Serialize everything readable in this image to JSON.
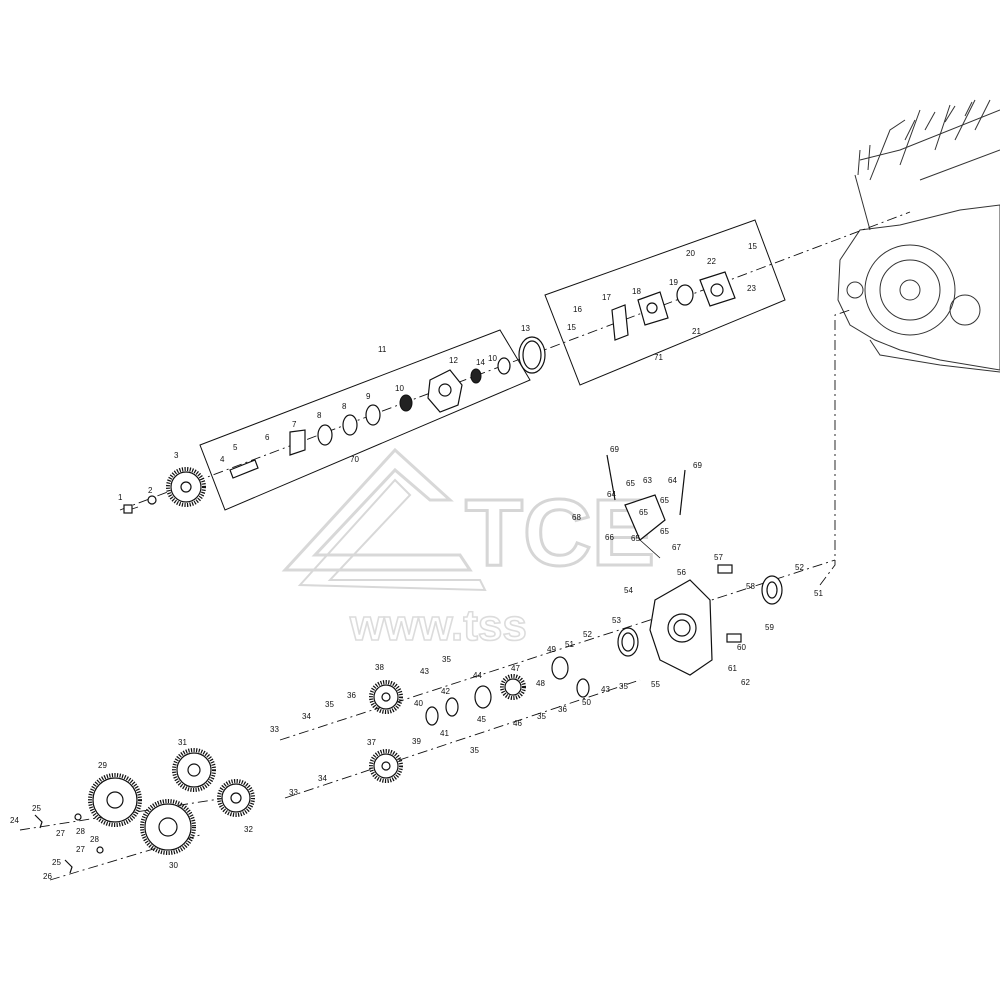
{
  "watermark": {
    "logo_text": "TCE",
    "url_text": "www.tss"
  },
  "callouts": [
    {
      "id": "c1",
      "text": "1"
    },
    {
      "id": "c2",
      "text": "2"
    },
    {
      "id": "c3",
      "text": "3"
    },
    {
      "id": "c4",
      "text": "4"
    },
    {
      "id": "c5",
      "text": "5"
    },
    {
      "id": "c6",
      "text": "6"
    },
    {
      "id": "c7",
      "text": "7"
    },
    {
      "id": "c8a",
      "text": "8"
    },
    {
      "id": "c8b",
      "text": "8"
    },
    {
      "id": "c9",
      "text": "9"
    },
    {
      "id": "c10a",
      "text": "10"
    },
    {
      "id": "c10b",
      "text": "10"
    },
    {
      "id": "c11",
      "text": "11"
    },
    {
      "id": "c12",
      "text": "12"
    },
    {
      "id": "c13",
      "text": "13"
    },
    {
      "id": "c14",
      "text": "14"
    },
    {
      "id": "c15a",
      "text": "15"
    },
    {
      "id": "c15b",
      "text": "15"
    },
    {
      "id": "c16",
      "text": "16"
    },
    {
      "id": "c17",
      "text": "17"
    },
    {
      "id": "c18",
      "text": "18"
    },
    {
      "id": "c19",
      "text": "19"
    },
    {
      "id": "c20",
      "text": "20"
    },
    {
      "id": "c21",
      "text": "21"
    },
    {
      "id": "c22",
      "text": "22"
    },
    {
      "id": "c23",
      "text": "23"
    },
    {
      "id": "c70",
      "text": "70"
    },
    {
      "id": "c71",
      "text": "71"
    },
    {
      "id": "c69a",
      "text": "69"
    },
    {
      "id": "c69b",
      "text": "69"
    },
    {
      "id": "c63",
      "text": "63"
    },
    {
      "id": "c64a",
      "text": "64"
    },
    {
      "id": "c64b",
      "text": "64"
    },
    {
      "id": "c65a",
      "text": "65"
    },
    {
      "id": "c65b",
      "text": "65"
    },
    {
      "id": "c65c",
      "text": "65"
    },
    {
      "id": "c65d",
      "text": "65"
    },
    {
      "id": "c65e",
      "text": "65"
    },
    {
      "id": "c66",
      "text": "66"
    },
    {
      "id": "c67",
      "text": "67"
    },
    {
      "id": "c68",
      "text": "68"
    },
    {
      "id": "c57",
      "text": "57"
    },
    {
      "id": "c56",
      "text": "56"
    },
    {
      "id": "c58",
      "text": "58"
    },
    {
      "id": "c52a",
      "text": "52"
    },
    {
      "id": "c51a",
      "text": "51"
    },
    {
      "id": "c54",
      "text": "54"
    },
    {
      "id": "c59",
      "text": "59"
    },
    {
      "id": "c60",
      "text": "60"
    },
    {
      "id": "c61",
      "text": "61"
    },
    {
      "id": "c62",
      "text": "62"
    },
    {
      "id": "c53",
      "text": "53"
    },
    {
      "id": "c51b",
      "text": "51"
    },
    {
      "id": "c52b",
      "text": "52"
    },
    {
      "id": "c55",
      "text": "55"
    },
    {
      "id": "c49",
      "text": "49"
    },
    {
      "id": "c48",
      "text": "48"
    },
    {
      "id": "c47",
      "text": "47"
    },
    {
      "id": "c44",
      "text": "44"
    },
    {
      "id": "c43a",
      "text": "43"
    },
    {
      "id": "c43b",
      "text": "43"
    },
    {
      "id": "c35a",
      "text": "35"
    },
    {
      "id": "c35b",
      "text": "35"
    },
    {
      "id": "c35c",
      "text": "35"
    },
    {
      "id": "c35d",
      "text": "35"
    },
    {
      "id": "c35e",
      "text": "35"
    },
    {
      "id": "c38",
      "text": "38"
    },
    {
      "id": "c36a",
      "text": "36"
    },
    {
      "id": "c36b",
      "text": "36"
    },
    {
      "id": "c42",
      "text": "42"
    },
    {
      "id": "c40",
      "text": "40"
    },
    {
      "id": "c45",
      "text": "45"
    },
    {
      "id": "c46",
      "text": "46"
    },
    {
      "id": "c50",
      "text": "50"
    },
    {
      "id": "c34a",
      "text": "34"
    },
    {
      "id": "c34b",
      "text": "34"
    },
    {
      "id": "c33a",
      "text": "33"
    },
    {
      "id": "c33b",
      "text": "33"
    },
    {
      "id": "c37",
      "text": "37"
    },
    {
      "id": "c39",
      "text": "39"
    },
    {
      "id": "c41",
      "text": "41"
    },
    {
      "id": "c31",
      "text": "31"
    },
    {
      "id": "c29",
      "text": "29"
    },
    {
      "id": "c32",
      "text": "32"
    },
    {
      "id": "c30",
      "text": "30"
    },
    {
      "id": "c25a",
      "text": "25"
    },
    {
      "id": "c25b",
      "text": "25"
    },
    {
      "id": "c24",
      "text": "24"
    },
    {
      "id": "c27a",
      "text": "27"
    },
    {
      "id": "c27b",
      "text": "27"
    },
    {
      "id": "c28a",
      "text": "28"
    },
    {
      "id": "c28b",
      "text": "28"
    },
    {
      "id": "c26",
      "text": "26"
    }
  ]
}
